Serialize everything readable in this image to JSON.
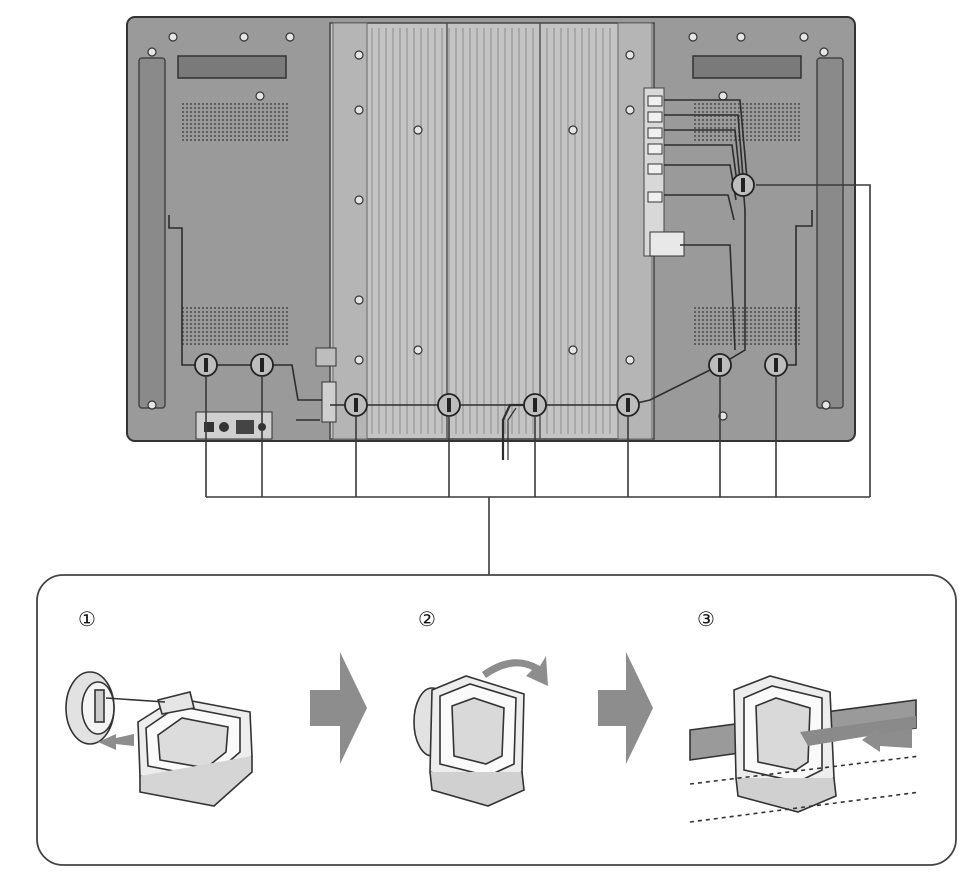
{
  "diagram": {
    "colors": {
      "panel": "#9a9a9a",
      "panel_dark": "#7e7e7e",
      "heatsink": "#c4c4c4",
      "fin_line": "#8c8c8c",
      "line": "#3a3a3a",
      "arrow": "#8d8d8d",
      "clamp_fill": "#ededed"
    },
    "steps": [
      {
        "label": "①"
      },
      {
        "label": "②"
      },
      {
        "label": "③"
      }
    ],
    "icons": [
      "cable-clamp-icon",
      "step-arrow-icon",
      "insert-arrow-icon",
      "rotate-arrow-icon"
    ]
  }
}
